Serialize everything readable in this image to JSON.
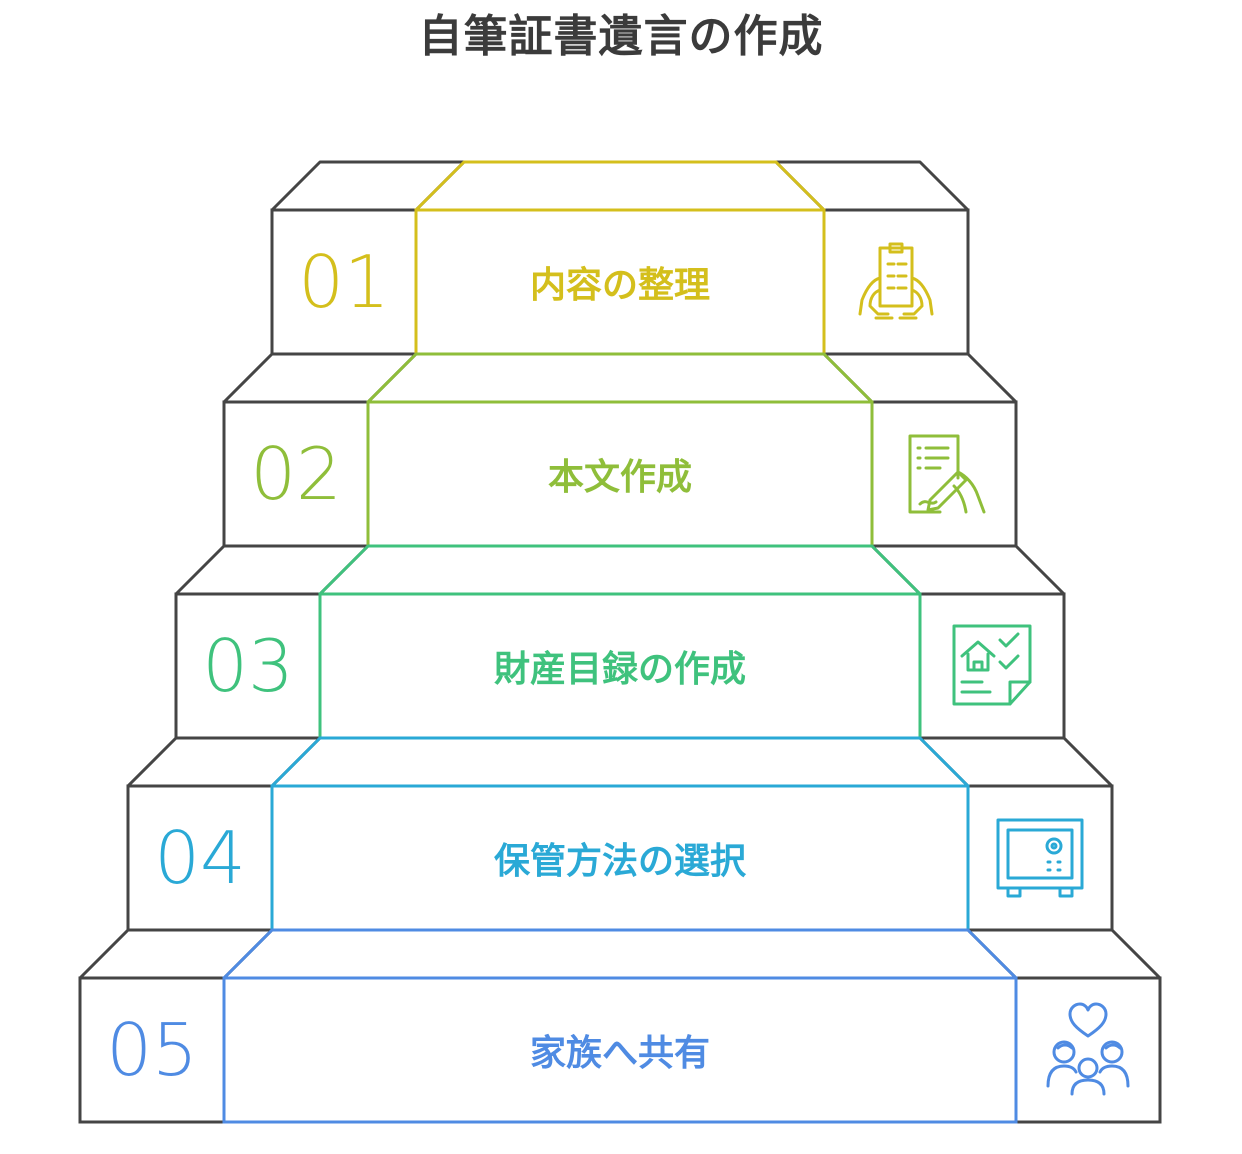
{
  "title": "自筆証書遺言の作成",
  "colors": {
    "outline": "#454545",
    "step1": "#d4bf1c",
    "step2": "#8fbe3a",
    "step3": "#3fc27d",
    "step4": "#2aa9d6",
    "step5": "#4f8be3"
  },
  "steps": [
    {
      "number": "01",
      "label": "内容の整理",
      "icon": "hands-holding-clipboard-icon"
    },
    {
      "number": "02",
      "label": "本文作成",
      "icon": "document-writing-icon"
    },
    {
      "number": "03",
      "label": "財産目録の作成",
      "icon": "property-checklist-icon"
    },
    {
      "number": "04",
      "label": "保管方法の選択",
      "icon": "safe-icon"
    },
    {
      "number": "05",
      "label": "家族へ共有",
      "icon": "family-heart-icon"
    }
  ]
}
